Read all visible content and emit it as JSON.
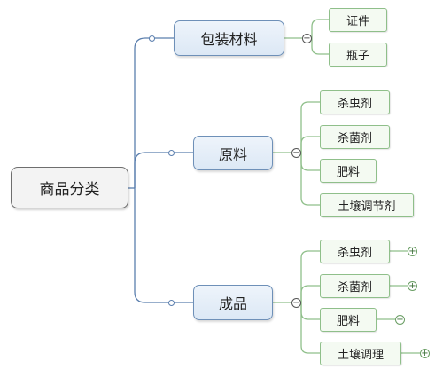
{
  "root": {
    "label": "商品分类"
  },
  "branches": [
    {
      "label": "包装材料",
      "children": [
        {
          "label": "证件",
          "expandable": false
        },
        {
          "label": "瓶子",
          "expandable": false
        }
      ]
    },
    {
      "label": "原料",
      "children": [
        {
          "label": "杀虫剂",
          "expandable": false
        },
        {
          "label": "杀菌剂",
          "expandable": false
        },
        {
          "label": "肥料",
          "expandable": false
        },
        {
          "label": "土壤调节剂",
          "expandable": false
        }
      ]
    },
    {
      "label": "成品",
      "children": [
        {
          "label": "杀虫剂",
          "expandable": true
        },
        {
          "label": "杀菌剂",
          "expandable": true
        },
        {
          "label": "肥料",
          "expandable": true
        },
        {
          "label": "土壤调理",
          "expandable": true
        }
      ]
    }
  ],
  "controls": {
    "collapse_symbol": "−",
    "expand_symbol": "+"
  },
  "colors": {
    "blue_line": "#5b7fae",
    "green_line": "#8fbf8a"
  }
}
